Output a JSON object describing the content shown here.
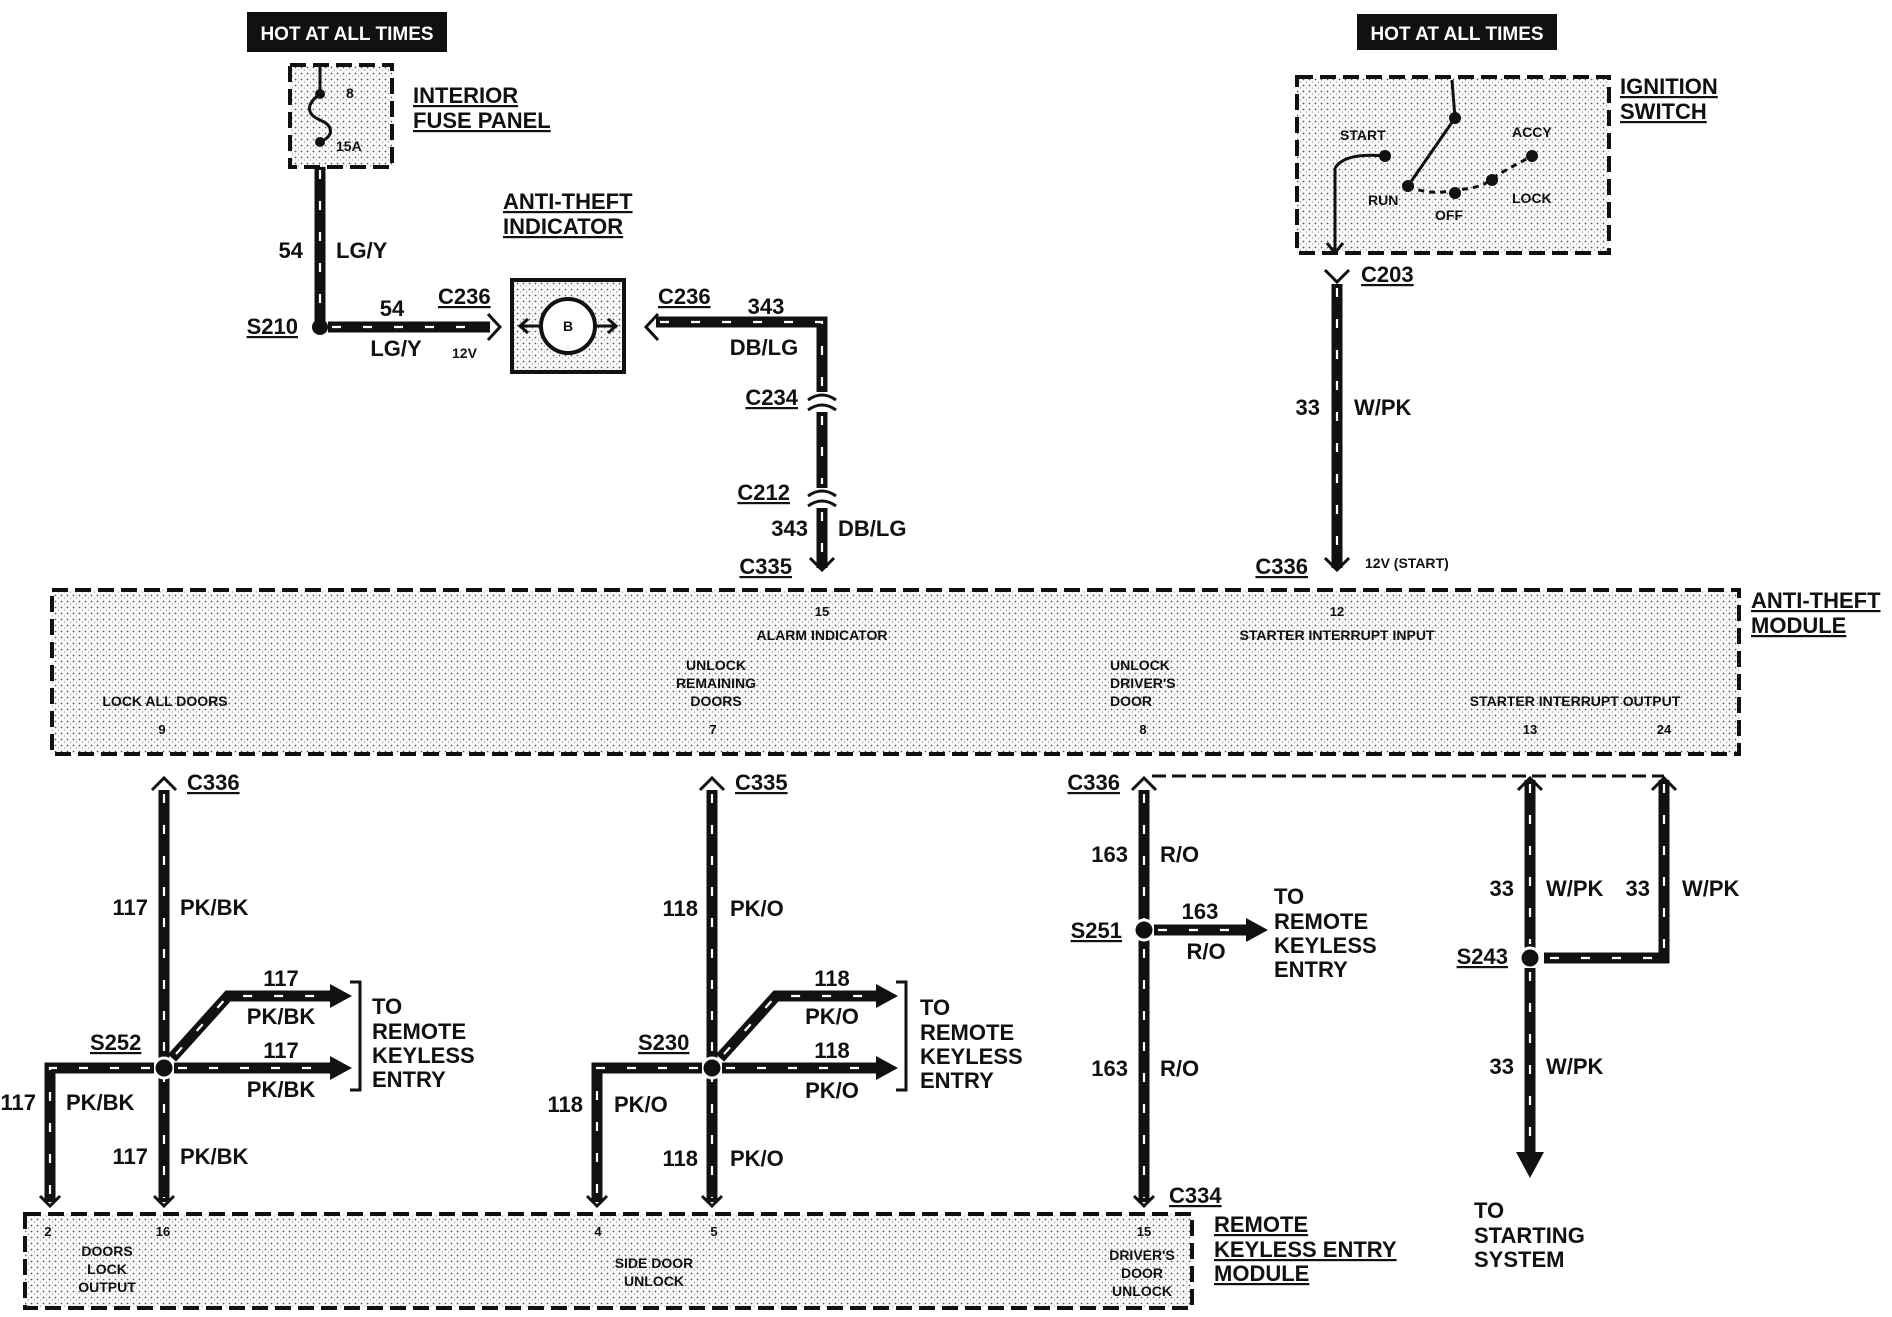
{
  "hot_labels": {
    "left": "HOT AT ALL TIMES",
    "right": "HOT AT ALL TIMES"
  },
  "fuse_panel": {
    "title_line1": "INTERIOR",
    "title_line2": "FUSE PANEL",
    "fuse_number": "8",
    "fuse_rating": "15A"
  },
  "indicator": {
    "title_line1": "ANTI-THEFT",
    "title_line2": "INDICATOR",
    "symbol": "B"
  },
  "ignition_switch": {
    "title_line1": "IGNITION",
    "title_line2": "SWITCH",
    "positions": [
      "START",
      "ACCY",
      "RUN",
      "OFF",
      "LOCK"
    ]
  },
  "connectors": {
    "c236_left": "C236",
    "c236_right": "C236",
    "c234": "C234",
    "c212": "C212",
    "c335_top": "C335",
    "c203": "C203",
    "c336_top": "C336",
    "c336_a": "C336",
    "c335_b": "C335",
    "c336_c": "C336",
    "c334": "C334"
  },
  "splices": {
    "s210": "S210",
    "s252": "S252",
    "s230": "S230",
    "s251": "S251",
    "s243": "S243"
  },
  "wires": {
    "w54_vert_num": "54",
    "w54_vert_color": "LG/Y",
    "w54_horiz_num": "54",
    "w54_horiz_color": "LG/Y",
    "voltage_12v": "12V",
    "w343_num": "343",
    "w343_color": "DB/LG",
    "w343_lower_num": "343",
    "w343_lower_color": "DB/LG",
    "w33_ign_num": "33",
    "w33_ign_color": "W/PK",
    "voltage_start": "12V (START)",
    "w117_main_num": "117",
    "w117_main_color": "PK/BK",
    "w117_b1_num": "117",
    "w117_b1_color": "PK/BK",
    "w117_b2_num": "117",
    "w117_b2_color": "PK/BK",
    "w117_left_num": "117",
    "w117_left_color": "PK/BK",
    "w117_low_num": "117",
    "w117_low_color": "PK/BK",
    "w118_main_num": "118",
    "w118_main_color": "PK/O",
    "w118_b1_num": "118",
    "w118_b1_color": "PK/O",
    "w118_b2_num": "118",
    "w118_b2_color": "PK/O",
    "w118_left_num": "118",
    "w118_left_color": "PK/O",
    "w118_low_num": "118",
    "w118_low_color": "PK/O",
    "w163_top_num": "163",
    "w163_top_color": "R/O",
    "w163_branch_num": "163",
    "w163_branch_color": "R/O",
    "w163_low_num": "163",
    "w163_low_color": "R/O",
    "w33_a_num": "33",
    "w33_a_color": "W/PK",
    "w33_b_num": "33",
    "w33_b_color": "W/PK",
    "w33_c_num": "33",
    "w33_c_color": "W/PK"
  },
  "anti_theft_module": {
    "title_line1": "ANTI-THEFT",
    "title_line2": "MODULE",
    "pin_15": "15",
    "alarm_indicator": "ALARM INDICATOR",
    "pin_12": "12",
    "starter_interrupt_input": "STARTER INTERRUPT INPUT",
    "lock_all_doors": "LOCK ALL DOORS",
    "pin_9": "9",
    "unlock_remaining_1": "UNLOCK",
    "unlock_remaining_2": "REMAINING",
    "unlock_remaining_3": "DOORS",
    "pin_7": "7",
    "unlock_driver_1": "UNLOCK",
    "unlock_driver_2": "DRIVER'S",
    "unlock_driver_3": "DOOR",
    "pin_8": "8",
    "starter_interrupt_output": "STARTER INTERRUPT OUTPUT",
    "pin_13": "13",
    "pin_24": "24"
  },
  "remote_targets": {
    "a": [
      "TO",
      "REMOTE",
      "KEYLESS",
      "ENTRY"
    ],
    "b": [
      "TO",
      "REMOTE",
      "KEYLESS",
      "ENTRY"
    ],
    "c": [
      "TO",
      "REMOTE",
      "KEYLESS",
      "ENTRY"
    ]
  },
  "starting_system": [
    "TO",
    "STARTING",
    "SYSTEM"
  ],
  "rke_module": {
    "title_line1": "REMOTE",
    "title_line2": "KEYLESS ENTRY",
    "title_line3": "MODULE",
    "pin_2": "2",
    "pin_16": "16",
    "doors_lock_1": "DOORS",
    "doors_lock_2": "LOCK",
    "doors_lock_3": "OUTPUT",
    "pin_4": "4",
    "pin_5": "5",
    "side_door_1": "SIDE DOOR",
    "side_door_2": "UNLOCK",
    "pin_15": "15",
    "drivers_door_1": "DRIVER'S",
    "drivers_door_2": "DOOR",
    "drivers_door_3": "UNLOCK"
  }
}
